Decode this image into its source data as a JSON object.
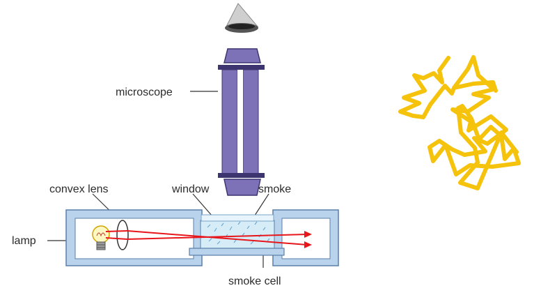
{
  "labels": {
    "microscope": "microscope",
    "convex_lens": "convex lens",
    "window": "window",
    "smoke": "smoke",
    "lamp": "lamp",
    "smoke_cell": "smoke cell"
  },
  "colors": {
    "microscope_body": "#7d72b8",
    "microscope_dark": "#3d3570",
    "box_fill": "#b9d3ec",
    "box_stroke": "#5a7fa8",
    "light_ray": "#e8161a",
    "smoke_cell": "#d6ecf7",
    "zigzag": "#f5c20c"
  },
  "icons": {
    "eyepiece": "eyepiece-icon",
    "lamp": "light-bulb-icon",
    "lens": "convex-lens-icon"
  }
}
